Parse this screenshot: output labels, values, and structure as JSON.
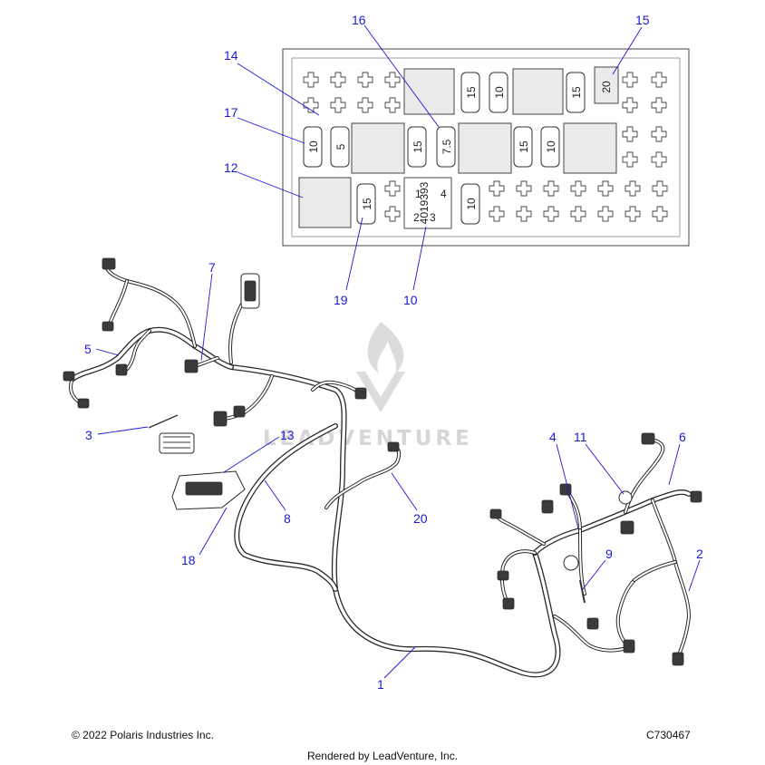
{
  "callouts": [
    {
      "id": "c1",
      "text": "1"
    },
    {
      "id": "c2",
      "text": "2"
    },
    {
      "id": "c3",
      "text": "3"
    },
    {
      "id": "c4",
      "text": "4"
    },
    {
      "id": "c5",
      "text": "5"
    },
    {
      "id": "c6",
      "text": "6"
    },
    {
      "id": "c7",
      "text": "7"
    },
    {
      "id": "c8",
      "text": "8"
    },
    {
      "id": "c9",
      "text": "9"
    },
    {
      "id": "c10",
      "text": "10"
    },
    {
      "id": "c11",
      "text": "11"
    },
    {
      "id": "c12",
      "text": "12"
    },
    {
      "id": "c13",
      "text": "13"
    },
    {
      "id": "c14",
      "text": "14"
    },
    {
      "id": "c15",
      "text": "15"
    },
    {
      "id": "c16",
      "text": "16"
    },
    {
      "id": "c17",
      "text": "17"
    },
    {
      "id": "c18",
      "text": "18"
    },
    {
      "id": "c19",
      "text": "19"
    },
    {
      "id": "c20",
      "text": "20"
    }
  ],
  "fuse_box": {
    "fuse_ratings": [
      "15",
      "10",
      "15",
      "20",
      "10",
      "5",
      "15",
      "7.5",
      "15",
      "10",
      "15",
      "10"
    ],
    "relay_labels": [
      "1",
      "2",
      "3",
      "4"
    ],
    "part_number": "4019393"
  },
  "watermark": {
    "text": "LEADVENTURE",
    "icon": "leadventure-flame-logo"
  },
  "footer": {
    "copyright": "© 2022 Polaris Industries Inc.",
    "diagram_code": "C730467",
    "rendered_by": "Rendered by LeadVenture, Inc."
  },
  "colors": {
    "callout": "#1a1ad6",
    "line": "#2a2a2a",
    "watermark": "#d6d6d6"
  }
}
